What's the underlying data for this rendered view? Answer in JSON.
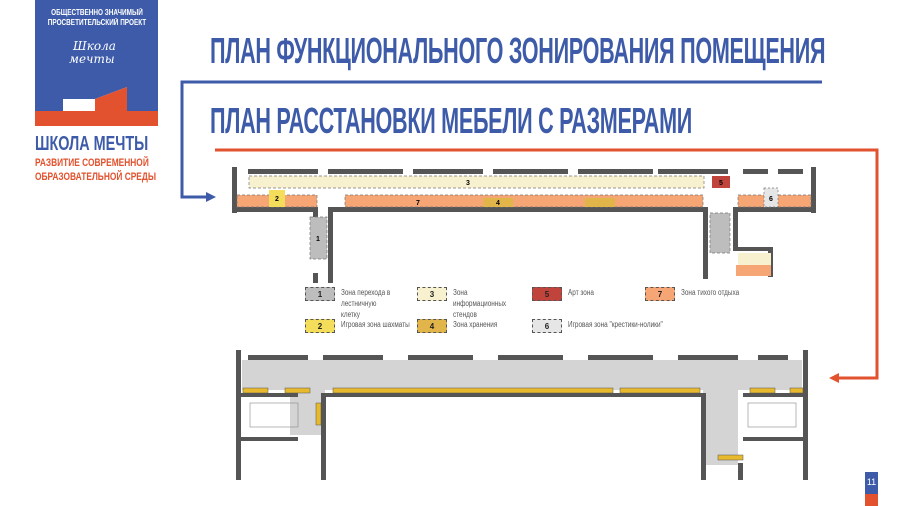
{
  "logo": {
    "project_line1": "ОБЩЕСТВЕННО ЗНАЧИМЫЙ",
    "project_line2": "ПРОСВЕТИТЕЛЬСКИЙ ПРОЕКТ",
    "script_line1": "Школа",
    "script_line2": "мечты",
    "name": "ШКОЛА МЕЧТЫ",
    "subtitle_line1": "РАЗВИТИЕ СОВРЕМЕННОЙ",
    "subtitle_line2": "ОБРАЗОВАТЕЛЬНОЙ СРЕДЫ"
  },
  "titles": {
    "zoning": "ПЛАН ФУНКЦИОНАЛЬНОГО ЗОНИРОВАНИЯ ПОМЕЩЕНИЯ",
    "furniture": "ПЛАН РАССТАНОВКИ МЕБЕЛИ С РАЗМЕРАМИ"
  },
  "legend": [
    {
      "num": "1",
      "label": "Зона перехода в лестничную клетку",
      "color": "#bdbdbd"
    },
    {
      "num": "3",
      "label": "Зона информационных стендов",
      "color": "#f8f1cf"
    },
    {
      "num": "5",
      "label": "Арт зона",
      "color": "#c0443c"
    },
    {
      "num": "7",
      "label": "Зона тихого отдыха",
      "color": "#f6a574"
    },
    {
      "num": "2",
      "label": "Игровая зона шахматы",
      "color": "#f3dd5a"
    },
    {
      "num": "4",
      "label": "Зона хранения",
      "color": "#e2b54a"
    },
    {
      "num": "6",
      "label": "Игровая зона \"крестики-нолики\"",
      "color": "#e6e6e6"
    }
  ],
  "plan_zones": {
    "z1": "1",
    "z2": "2",
    "z3": "3",
    "z4": "4",
    "z5": "5",
    "z6": "6",
    "z7": "7"
  },
  "page_number": "11",
  "colors": {
    "blue": "#3d5ba9",
    "red": "#e2522e"
  }
}
